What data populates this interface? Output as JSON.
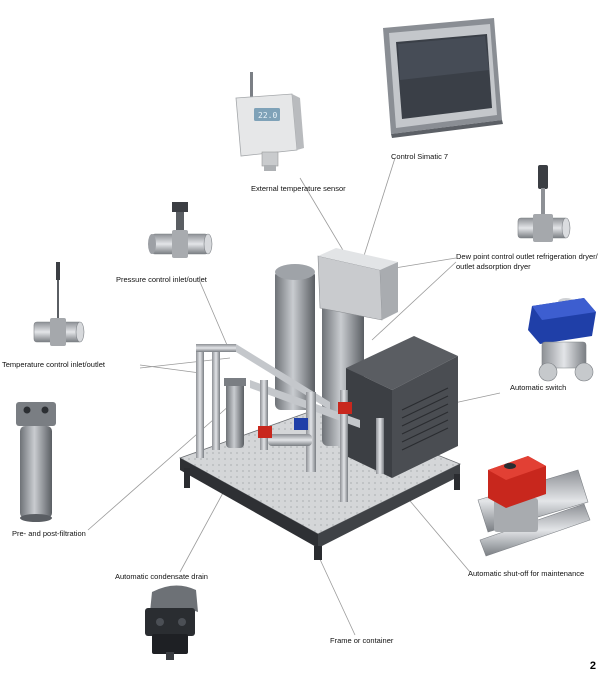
{
  "labels": {
    "control_simatic": "Control Simatic 7",
    "external_temp_sensor": "External temperature sensor",
    "pressure_control": "Pressure control inlet/outlet",
    "dew_point_control_line1": "Dew point control outlet refrigeration dryer/",
    "dew_point_control_line2": "outlet adsorption dryer",
    "temperature_control": "Temperature control inlet/outlet",
    "automatic_switch": "Automatic switch",
    "filtration": "Pre- and post-filtration",
    "condensate_drain": "Automatic condensate drain",
    "shutoff": "Automatic shut-off for maintenance",
    "frame": "Frame or container"
  },
  "sensor_display": "22.0",
  "page_number": "2",
  "colors": {
    "actuator_blue": "#1f3fa8",
    "actuator_red": "#c8271d",
    "metal": "#b9bcc0",
    "dark_metal": "#4a4d52",
    "screen": "#3a3f47"
  }
}
